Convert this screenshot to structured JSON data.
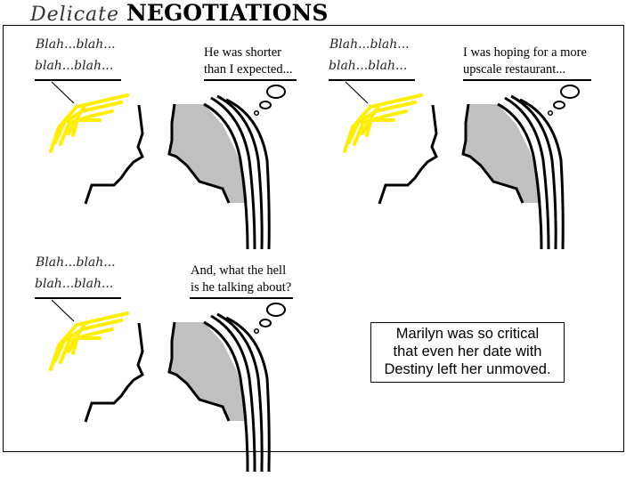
{
  "title": {
    "script": "Delicate",
    "bold": "NEGOTIATIONS"
  },
  "panels": [
    {
      "blah1": "Blah...blah...",
      "blah2": "blah...blah...",
      "thought1": "He was shorter",
      "thought2": "than I expected..."
    },
    {
      "blah1": "Blah...blah...",
      "blah2": "blah...blah...",
      "thought1": "I was hoping for a more",
      "thought2": "upscale restaurant..."
    },
    {
      "blah1": "Blah...blah...",
      "blah2": "blah...blah...",
      "thought1": "And, what the hell",
      "thought2": "is he talking about?"
    }
  ],
  "caption": {
    "line1": "Marilyn was so critical",
    "line2": "that even her date with",
    "line3": "Destiny left her unmoved."
  },
  "colors": {
    "hair": "#ffee00",
    "face_fill": "#c0c0c0"
  }
}
